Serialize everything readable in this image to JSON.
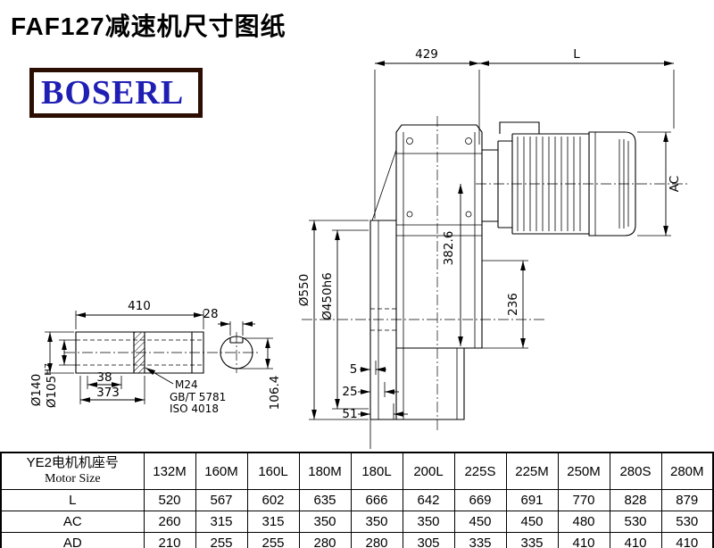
{
  "page": {
    "title": "FAF127减速机尺寸图纸",
    "logo_text": "BOSERL"
  },
  "drawing": {
    "main_view": {
      "dim_429": "429",
      "dim_L": "L",
      "dim_AC": "AC",
      "dim_flange_od": "Ø550",
      "dim_spigot": "Ø450h6",
      "dim_382_6": "382.6",
      "dim_236": "236",
      "dim_5": "5",
      "dim_25": "25",
      "dim_51": "51"
    },
    "shaft_view": {
      "dim_410": "410",
      "dim_28": "28",
      "dim_38": "38",
      "dim_373": "373",
      "dim_shaft_od": "Ø140",
      "dim_bore": {
        "base": "Ø105",
        "tol": "H7"
      },
      "thread_label": "M24",
      "standard_gb": "GB/T 5781",
      "standard_iso": "ISO 4018",
      "dim_106_4": "106.4"
    }
  },
  "table": {
    "header": {
      "cn": "YE2电机机座号",
      "en": "Motor Size"
    },
    "columns": [
      "132M",
      "160M",
      "160L",
      "180M",
      "180L",
      "200L",
      "225S",
      "225M",
      "250M",
      "280S",
      "280M"
    ],
    "rows": [
      {
        "label": "L",
        "values": [
          "520",
          "567",
          "602",
          "635",
          "666",
          "642",
          "669",
          "691",
          "770",
          "828",
          "879"
        ]
      },
      {
        "label": "AC",
        "values": [
          "260",
          "315",
          "315",
          "350",
          "350",
          "350",
          "450",
          "450",
          "480",
          "530",
          "530"
        ]
      },
      {
        "label": "AD",
        "values": [
          "210",
          "255",
          "255",
          "280",
          "280",
          "305",
          "335",
          "335",
          "410",
          "410",
          "410"
        ]
      }
    ]
  }
}
